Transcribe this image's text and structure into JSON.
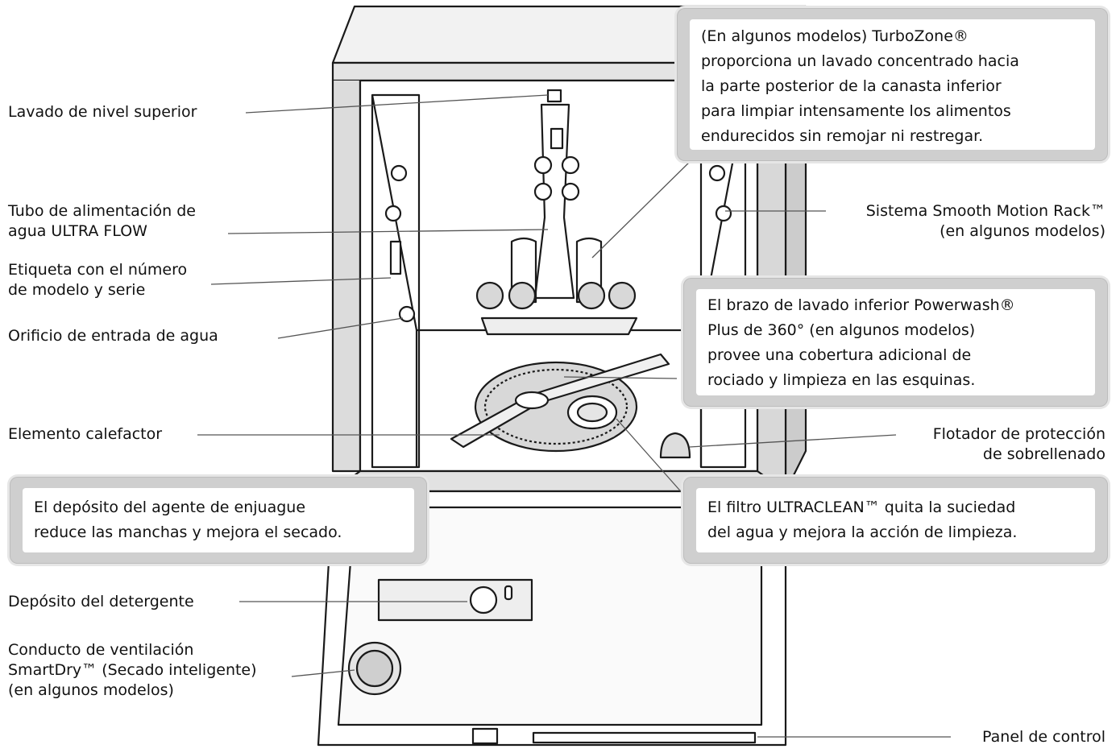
{
  "labels": {
    "lavado_nivel_superior": "Lavado de nivel superior",
    "tubo_alimentacion": [
      "Tubo de alimentación de",
      "agua ULTRA FLOW"
    ],
    "etiqueta_modelo": [
      "Etiqueta con el número",
      "de modelo y serie"
    ],
    "orificio_entrada": "Orificio de entrada de agua",
    "elemento_calefactor": "Elemento calefactor",
    "deposito_detergente": "Depósito del detergente",
    "conducto_ventilacion": [
      "Conducto de ventilación",
      "SmartDry™ (Secado inteligente)",
      "(en algunos modelos)"
    ],
    "sistema_smooth_motion": [
      "Sistema Smooth Motion Rack™",
      "(en algunos modelos)"
    ],
    "flotador_proteccion": [
      "Flotador de protección",
      "de sobrellenado"
    ],
    "panel_control": "Panel de control"
  },
  "callouts": {
    "turbozone": [
      "(En algunos modelos) TurboZone®",
      "proporciona un lavado concentrado hacia",
      "la parte posterior de la canasta inferior",
      "para limpiar intensamente los alimentos",
      "endurecidos sin remojar ni restregar."
    ],
    "powerwash": [
      "El brazo de lavado inferior Powerwash®",
      "Plus de 360° (en algunos modelos)",
      "provee una cobertura adicional de",
      "rociado y limpieza en las esquinas."
    ],
    "filtro": [
      "El filtro ULTRACLEAN™ quita la suciedad",
      "del agua y mejora la acción de limpieza."
    ],
    "enjuague": [
      "El depósito del agente de enjuague",
      "reduce las manchas y mejora el secado."
    ]
  },
  "colors": {
    "line": "#1a1a1a",
    "leader": "#555555",
    "callout_frame": "#cfcfcf",
    "background": "#ffffff"
  }
}
